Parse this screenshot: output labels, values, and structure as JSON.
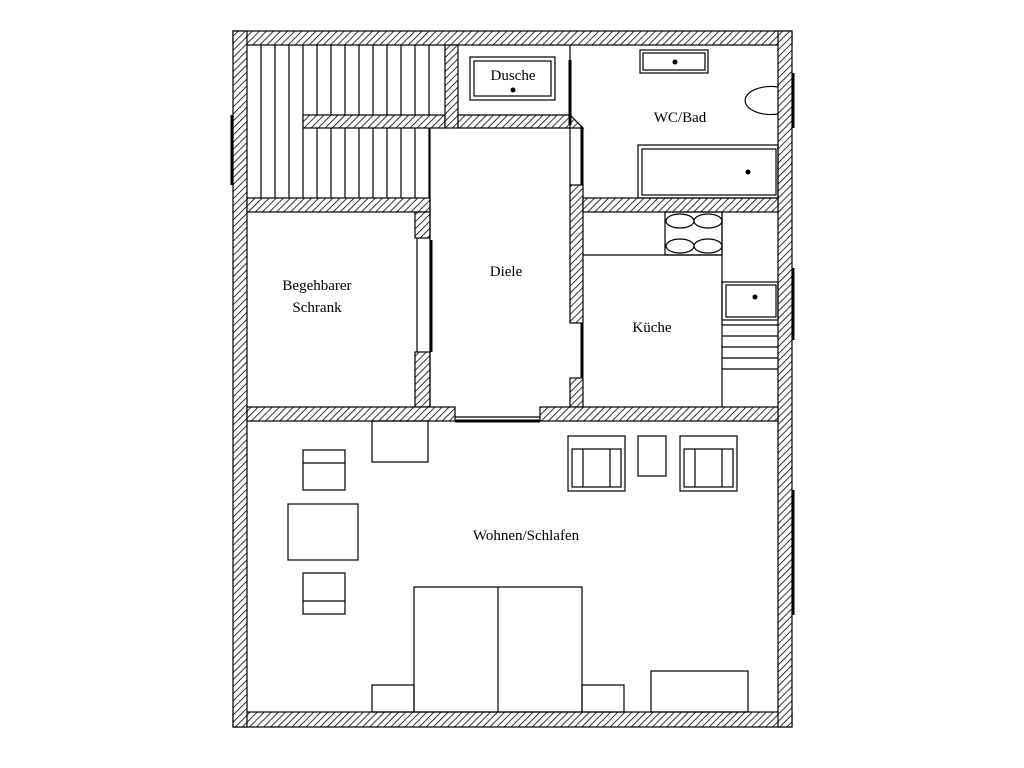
{
  "plan": {
    "rooms": {
      "shower": "Dusche",
      "bathroom": "WC/Bad",
      "closet_line1": "Begehbarer",
      "closet_line2": "Schrank",
      "hallway": "Diele",
      "kitchen": "Küche",
      "living": "Wohnen/Schlafen"
    },
    "colors": {
      "line": "#000000",
      "background": "#ffffff"
    }
  }
}
